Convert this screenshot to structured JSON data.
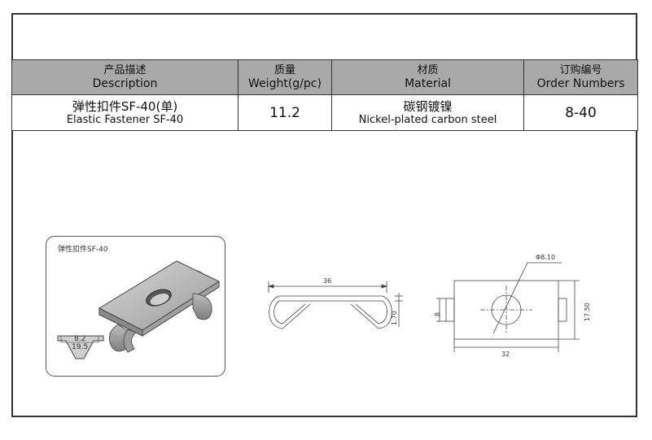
{
  "table": {
    "headers": [
      {
        "cn": "产品描述",
        "en": "Description"
      },
      {
        "cn": "质量",
        "en": "Weight(g/pc)"
      },
      {
        "cn": "材质",
        "en": "Material"
      },
      {
        "cn": "订购编号",
        "en": "Order Numbers"
      }
    ],
    "row": {
      "desc_cn": "弹性扣件SF-40(单)",
      "desc_en": "Elastic Fastener SF-40",
      "weight": "11.2",
      "material_cn": "碳钢镀镍",
      "material_en": "Nickel-plated carbon steel",
      "order_number": "8-40"
    }
  },
  "product_card": {
    "label": "弹性扣件SF-40",
    "slot_width_top": "8.2",
    "slot_width_bottom": "19.5"
  },
  "side_view": {
    "length": "36",
    "height": "1.70"
  },
  "top_view": {
    "hole_dia": "Φ8.10",
    "tab_width": "8",
    "height": "17.50",
    "width": "32"
  }
}
